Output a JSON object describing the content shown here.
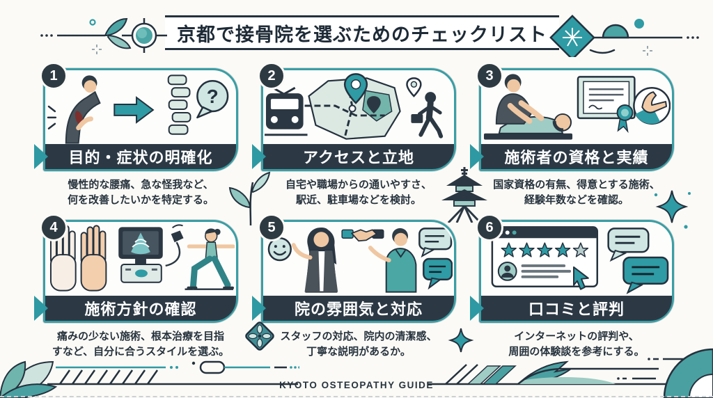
{
  "page": {
    "background": "#fbfaf6",
    "footer_label": "KYOTO OSTEOPATHY GUIDE"
  },
  "header": {
    "title": "京都で接骨院を選ぶためのチェックリスト",
    "decoration_icons": [
      "dots-icon",
      "leaf-branch-icon",
      "circle-node-icon",
      "ring-dot-icon",
      "sparkle-cross-icon",
      "fan-diamond-icon",
      "sun-semicircle-icon",
      "teal-dot-icon"
    ]
  },
  "colors": {
    "accent_teal": "#2f9ba4",
    "card_border_teal": "#3a9ea5",
    "dark_navy": "#24313e",
    "banner_bg": "#2c3945",
    "light_teal": "#cfe6e2",
    "background": "#fbfaf6"
  },
  "cards": [
    {
      "number": "1",
      "title": "目的・症状の明確化",
      "desc": [
        "慢性的な腰痛、急な怪我など、",
        "何を改善したいかを特定する。"
      ],
      "question_mark": "?",
      "icons": [
        "back-pain-person-icon",
        "arrow-right-icon",
        "spine-icon",
        "question-bubble-icon"
      ]
    },
    {
      "number": "2",
      "title": "アクセスと立地",
      "desc": [
        "自宅や職場からの通いやすさ、",
        "駅近、駐車場などを検討。"
      ],
      "icons": [
        "train-icon",
        "map-icon",
        "location-pin-icon",
        "small-pin-icon",
        "walking-commuter-icon"
      ]
    },
    {
      "number": "3",
      "title": "施術者の資格と実績",
      "desc": [
        "国家資格の有無、得意とする施術、",
        "経験年数などを確認。"
      ],
      "icons": [
        "practitioner-treating-patient-icon",
        "certificate-icon",
        "massage-hand-badge-icon"
      ]
    },
    {
      "number": "4",
      "title": "施術方針の確認",
      "desc": [
        "痛みの少ない施術、根本治療を目指",
        "すなど、自分に合うスタイルを選ぶ。"
      ],
      "icons": [
        "open-palms-icon",
        "ultrasound-machine-icon",
        "yoga-pose-icon"
      ]
    },
    {
      "number": "5",
      "title": "院の雰囲気と対応",
      "desc": [
        "スタッフの対応、院内の清潔感、",
        "丁寧な説明があるか。"
      ],
      "icons": [
        "smiley-icon",
        "receptionist-icon",
        "handshake-icon",
        "clinician-icon",
        "speech-bubbles-icon"
      ]
    },
    {
      "number": "6",
      "title": "口コミと評判",
      "desc": [
        "インターネットの評判や、",
        "周囲の体験談を参考にする。"
      ],
      "rating": {
        "stars_filled": 4,
        "stars_total": 5
      },
      "icons": [
        "review-window-icon",
        "star-rating-icon",
        "reviewer-avatar-icon",
        "cursor-icon",
        "speech-bubbles-icon"
      ]
    }
  ],
  "decorations": [
    "leaf-sprig-icon",
    "pagoda-icon",
    "sparkle-large-icon",
    "diamond-flower-icon",
    "sparkle-small-icon",
    "corner-leaves-icon",
    "diagonal-hatch-icon",
    "wave-swoosh-icon",
    "corner-quarter-icon"
  ]
}
